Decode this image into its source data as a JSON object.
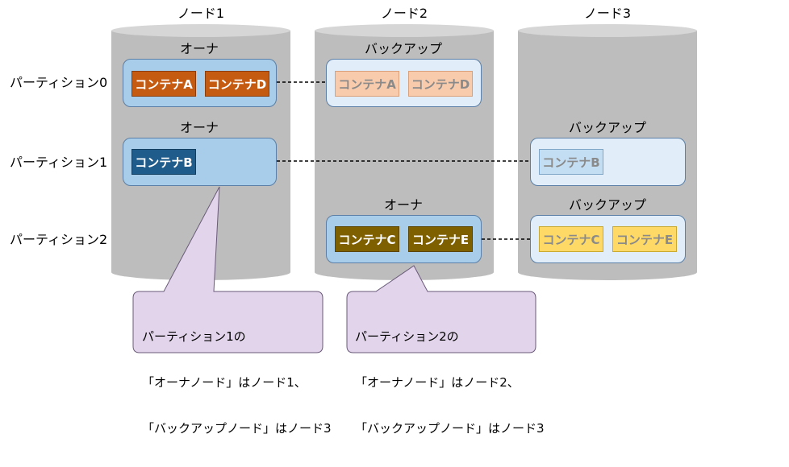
{
  "nodes": [
    {
      "label": "ノード1"
    },
    {
      "label": "ノード2"
    },
    {
      "label": "ノード3"
    }
  ],
  "partitions": [
    {
      "label": "パーティション0"
    },
    {
      "label": "パーティション1"
    },
    {
      "label": "パーティション2"
    }
  ],
  "roles": {
    "owner": "オーナ",
    "backup": "バックアップ"
  },
  "containers": {
    "a": "コンテナA",
    "b": "コンテナB",
    "c": "コンテナC",
    "d": "コンテナD",
    "e": "コンテナE"
  },
  "callouts": [
    {
      "lines": [
        "パーティション1の",
        "「オーナノード」はノード1、",
        "「バックアップノード」はノード3"
      ]
    },
    {
      "lines": [
        "パーティション2の",
        "「オーナノード」はノード2、",
        "「バックアップノード」はノード3"
      ]
    }
  ],
  "colors": {
    "cylinder": "#bdbdbd",
    "cylinder_top": "#d9d9d9",
    "owner_group": "#a8cdea",
    "backup_group": "#e1edf8",
    "container_a_owner": "#c55a11",
    "container_a_backup": "#f8cbad",
    "container_b_owner": "#1f5c8b",
    "container_b_backup": "#c3ddf2",
    "container_c_owner": "#7f6000",
    "container_c_backup": "#ffd966",
    "callout": "#e2d4ea"
  }
}
